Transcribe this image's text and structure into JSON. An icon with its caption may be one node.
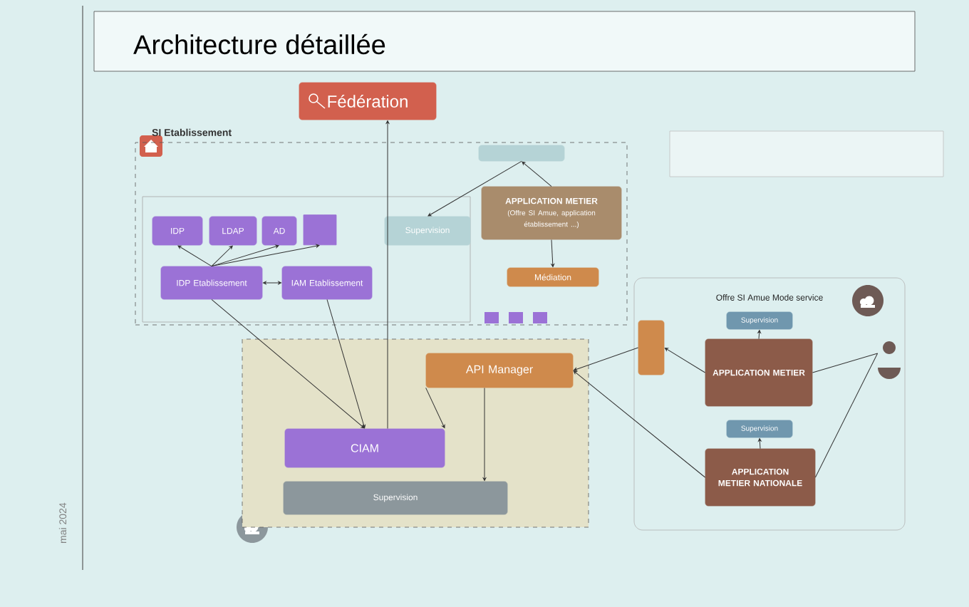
{
  "diagram": {
    "title": "Architecture détaillée",
    "nodes": [
      {
        "text": [
          "SI Etablissement"
        ]
      },
      {
        "text": [
          "IDP"
        ],
        "in": 0
      },
      {
        "text": [
          "LDAP"
        ],
        "in": 0
      },
      {
        "text": [
          "AD"
        ],
        "in": 0
      },
      {
        "text": [],
        "shape": "cylinder",
        "in": 0
      },
      {
        "text": [
          "IDP Etablissement"
        ],
        "in": 0
      },
      {
        "text": [
          "IAM Etablissement"
        ],
        "in": 0
      },
      {
        "text": [
          "Supervision"
        ],
        "in": 0
      },
      {
        "text": [],
        "shape": "box",
        "in": 0
      },
      {
        "text": [
          "APPLICATION METIER",
          "(Offre SI Amue, application établissement ...)"
        ],
        "in": 0
      },
      {
        "text": [
          "Médiation"
        ],
        "in": 0
      },
      {
        "text": [
          "Fédération"
        ]
      },
      {
        "text": [],
        "shape": "box"
      },
      {
        "text": [
          "API Manager"
        ],
        "in": 12
      },
      {
        "text": [
          "CIAM"
        ],
        "in": 12
      },
      {
        "text": [
          "Supervision"
        ],
        "in": 12
      },
      {
        "text": [
          "Offre SI Amue Mode service"
        ]
      },
      {
        "text": [],
        "shape": "box",
        "in": 16
      },
      {
        "text": [
          "Supervision"
        ],
        "in": 16
      },
      {
        "text": [
          "APPLICATION METIER"
        ],
        "in": 16
      },
      {
        "text": [
          "Supervision"
        ],
        "in": 16
      },
      {
        "text": [
          "APPLICATION METIER NATIONALE"
        ],
        "in": 16
      },
      {
        "text": [],
        "shape": "person",
        "in": 16
      }
    ],
    "edges": [
      {
        "from": 5,
        "to": 1,
        "arrow": "to"
      },
      {
        "from": 5,
        "to": 2,
        "arrow": "to"
      },
      {
        "from": 5,
        "to": 3,
        "arrow": "to"
      },
      {
        "from": 5,
        "to": 4,
        "arrow": "to"
      },
      {
        "from": 6,
        "to": 5,
        "arrow": "both"
      },
      {
        "from": 5,
        "to": 14,
        "arrow": "to"
      },
      {
        "from": 6,
        "to": 14,
        "arrow": "to"
      },
      {
        "from": 14,
        "to": 11,
        "arrow": "to"
      },
      {
        "from": 8,
        "to": 7,
        "arrow": "to"
      },
      {
        "from": 9,
        "to": 8,
        "arrow": "to"
      },
      {
        "from": 9,
        "to": 10,
        "arrow": "to"
      },
      {
        "from": 13,
        "to": 14,
        "arrow": "to"
      },
      {
        "from": 13,
        "to": 15,
        "arrow": "to"
      },
      {
        "from": 17,
        "to": 13,
        "arrow": "to"
      },
      {
        "from": 19,
        "to": 17,
        "arrow": "to"
      },
      {
        "from": 19,
        "to": 18,
        "arrow": "to"
      },
      {
        "from": 21,
        "to": 13,
        "arrow": "to"
      },
      {
        "from": 21,
        "to": 20,
        "arrow": "to"
      },
      {
        "from": 22,
        "to": 19,
        "arrow": "none"
      },
      {
        "from": 22,
        "to": 21,
        "arrow": "none"
      }
    ],
    "labels": [
      "mai 2024"
    ]
  }
}
